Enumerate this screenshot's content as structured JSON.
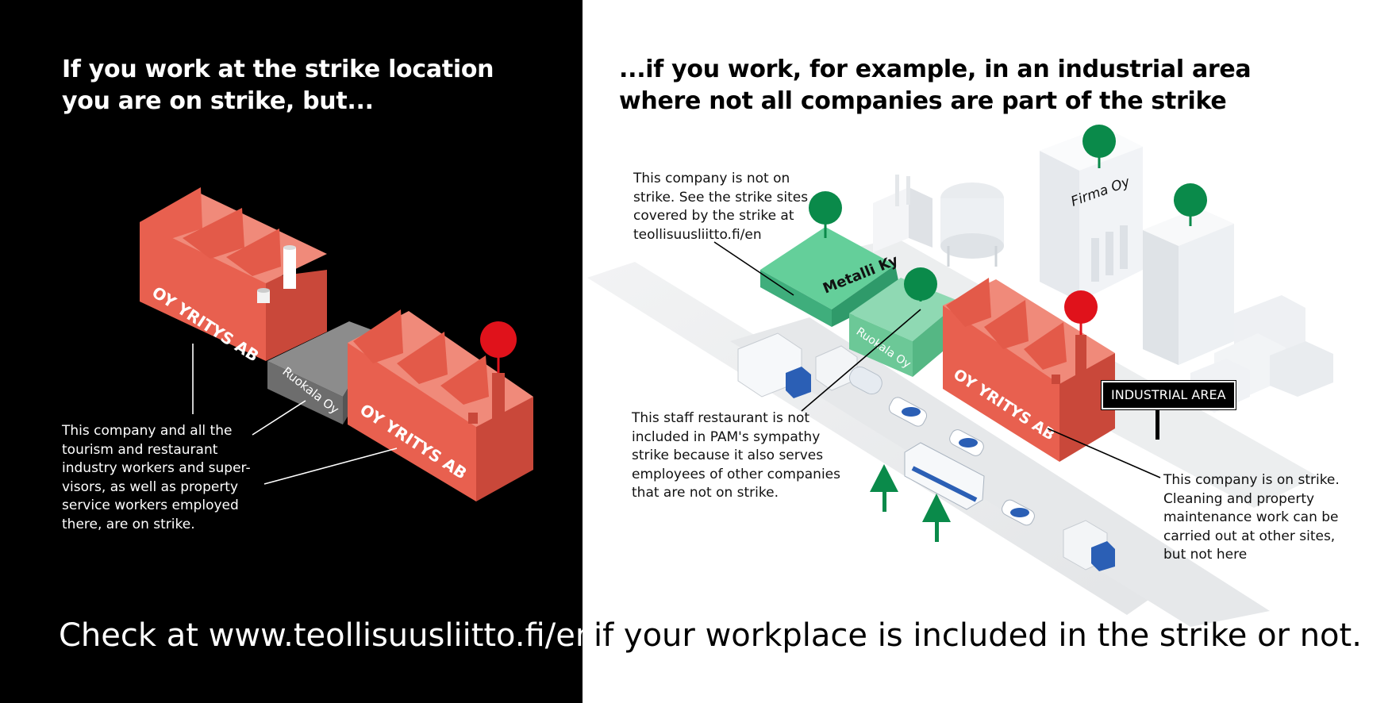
{
  "left_panel": {
    "heading": [
      "If you work at the strike location",
      "you are on strike, but..."
    ],
    "callout": [
      "This company and all the",
      "tourism and restaurant",
      "industry workers and super-",
      "visors, as well as property",
      "service workers employed",
      "there, are on strike."
    ],
    "building_labels": {
      "factory_main": "OY YRITYS AB",
      "restaurant": "Ruokala Oy",
      "factory_second": "OY YRITYS AB"
    },
    "footer": "Check at www.teollisuusliitto.fi/en"
  },
  "right_panel": {
    "heading": [
      "...if you work, for example, in an industrial area",
      "where not all companies are part of the strike"
    ],
    "callout_not_on_strike": [
      "This company is not on",
      "strike. See the strike sites",
      "covered by the strike at",
      "teollisuusliitto.fi/en"
    ],
    "callout_restaurant": [
      "This staff restaurant is not",
      "included in PAM's sympathy",
      "strike because it also serves",
      "employees of other companies",
      "that are not on strike."
    ],
    "callout_on_strike": [
      "This company is on strike.",
      "Cleaning and property",
      "maintenance work can be",
      "carried out at other sites,",
      "but not here"
    ],
    "building_labels": {
      "metalli": "Metalli Ky",
      "ruokala": "Ruokala Oy",
      "firma": "Firma Oy",
      "yritys": "OY YRITYS AB"
    },
    "sign": "INDUSTRIAL AREA",
    "footer": "if your workplace is included in the strike or not."
  },
  "colors": {
    "strike_red": "#e8604f",
    "pin_red": "#e0121b",
    "pin_green": "#0a8a4a",
    "building_green": "#4dc38f",
    "restaurant_grey": "#8c8c8c"
  }
}
